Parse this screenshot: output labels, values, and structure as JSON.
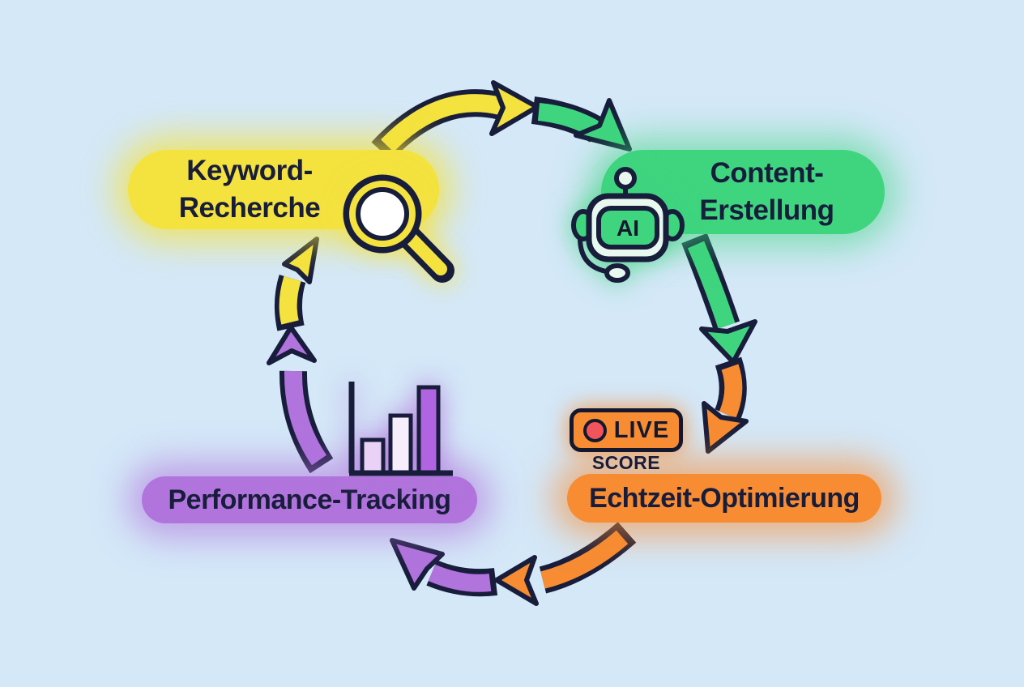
{
  "background_color": "#d4e8f8",
  "ink_color": "#171d3b",
  "diagram_title": "",
  "stages": [
    {
      "id": "keyword-recherche",
      "line1": "Keyword-",
      "line2": "Recherche",
      "color": "#f4e23e",
      "icon": "magnifier-icon"
    },
    {
      "id": "content-erstellung",
      "line1": "Content-",
      "line2": "Erstellung",
      "color": "#3fd57f",
      "icon": "ai-robot-icon",
      "robot_label": "AI"
    },
    {
      "id": "echtzeit-optimierung",
      "label": "Echtzeit-Optimierung",
      "color": "#f78c33",
      "icon": "live-score-badge",
      "badge_live": "LIVE",
      "badge_score": "SCORE",
      "live_dot_color": "#f2545c"
    },
    {
      "id": "performance-tracking",
      "label": "Performance-Tracking",
      "color": "#b173dc",
      "icon": "bar-chart-icon"
    }
  ],
  "arrows": [
    {
      "from": "keyword-recherche",
      "to": "content-erstellung",
      "from_color": "#f4e23e",
      "to_color": "#3fd57f"
    },
    {
      "from": "content-erstellung",
      "to": "echtzeit-optimierung",
      "from_color": "#3fd57f",
      "to_color": "#f78c33"
    },
    {
      "from": "echtzeit-optimierung",
      "to": "performance-tracking",
      "from_color": "#f78c33",
      "to_color": "#b173dc"
    },
    {
      "from": "performance-tracking",
      "to": "keyword-recherche",
      "from_color": "#b173dc",
      "to_color": "#f4e23e"
    }
  ],
  "bar_chart_icon": {
    "bars_relative_heights": [
      41,
      71,
      106
    ]
  }
}
